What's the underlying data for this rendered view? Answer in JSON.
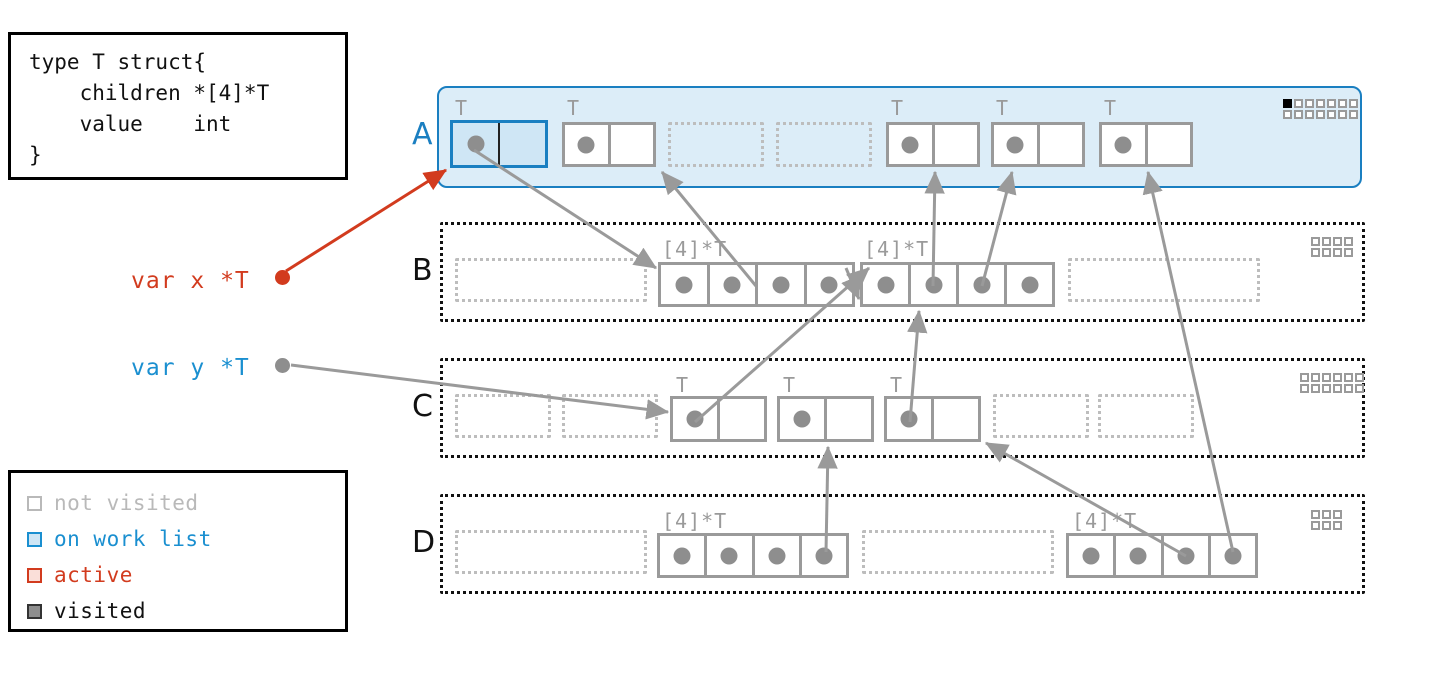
{
  "struct": {
    "code": "type T struct{\n    children *[4]*T\n    value    int\n}"
  },
  "legend": {
    "items": [
      {
        "label": "not visited",
        "color": "#b9b9b9",
        "fill": "#ffffff"
      },
      {
        "label": "on work list",
        "color": "#1a8fd0",
        "fill": "#cfe6f5"
      },
      {
        "label": "active",
        "color": "#d23b1e",
        "fill": "#fadfd9"
      },
      {
        "label": "visited",
        "color": "#333333",
        "fill": "#8e8e8e"
      }
    ]
  },
  "variables": [
    {
      "name": "var x *T",
      "color": "#d23b1e",
      "state": "active"
    },
    {
      "name": "var y *T",
      "color": "#1a8fd0",
      "state": "on work list"
    }
  ],
  "rows": [
    {
      "label": "A",
      "label_color": "#1a7fc1",
      "state": "on work list",
      "bitmap": {
        "cols": 7,
        "rows": 2,
        "filled": 1
      },
      "cells": [
        {
          "kind": "object",
          "type": "T",
          "state": "on work list",
          "has_pointer": true
        },
        {
          "kind": "object",
          "type": "T",
          "state": "not visited",
          "has_pointer": true
        },
        {
          "kind": "empty"
        },
        {
          "kind": "empty"
        },
        {
          "kind": "object",
          "type": "T",
          "state": "not visited",
          "has_pointer": true
        },
        {
          "kind": "object",
          "type": "T",
          "state": "not visited",
          "has_pointer": true
        },
        {
          "kind": "object",
          "type": "T",
          "state": "not visited",
          "has_pointer": true
        }
      ]
    },
    {
      "label": "B",
      "label_color": "#111111",
      "state": "not visited",
      "bitmap": {
        "cols": 4,
        "rows": 2,
        "filled": 0
      },
      "cells": [
        {
          "kind": "empty-wide"
        },
        {
          "kind": "array",
          "type": "[4]*T",
          "slots": 4,
          "state": "not visited"
        },
        {
          "kind": "array",
          "type": "[4]*T",
          "slots": 4,
          "state": "not visited"
        },
        {
          "kind": "empty-wide"
        }
      ]
    },
    {
      "label": "C",
      "label_color": "#111111",
      "state": "not visited",
      "bitmap": {
        "cols": 6,
        "rows": 2,
        "filled": 0
      },
      "cells": [
        {
          "kind": "empty"
        },
        {
          "kind": "empty"
        },
        {
          "kind": "object",
          "type": "T",
          "state": "not visited",
          "has_pointer": true
        },
        {
          "kind": "object",
          "type": "T",
          "state": "not visited",
          "has_pointer": true
        },
        {
          "kind": "object",
          "type": "T",
          "state": "not visited",
          "has_pointer": true
        },
        {
          "kind": "empty"
        },
        {
          "kind": "empty"
        }
      ]
    },
    {
      "label": "D",
      "label_color": "#111111",
      "state": "not visited",
      "bitmap": {
        "cols": 3,
        "rows": 2,
        "filled": 0
      },
      "cells": [
        {
          "kind": "empty-wide"
        },
        {
          "kind": "array",
          "type": "[4]*T",
          "slots": 4,
          "state": "not visited"
        },
        {
          "kind": "empty-wide"
        },
        {
          "kind": "array",
          "type": "[4]*T",
          "slots": 4,
          "state": "not visited"
        }
      ]
    }
  ],
  "colors": {
    "work_list_border": "#1a7fc1",
    "work_list_fill": "#dcedf8",
    "active": "#d23b1e",
    "not_visited": "#9a9a9a",
    "pointer": "#8e8e8e",
    "text": "#111111"
  }
}
